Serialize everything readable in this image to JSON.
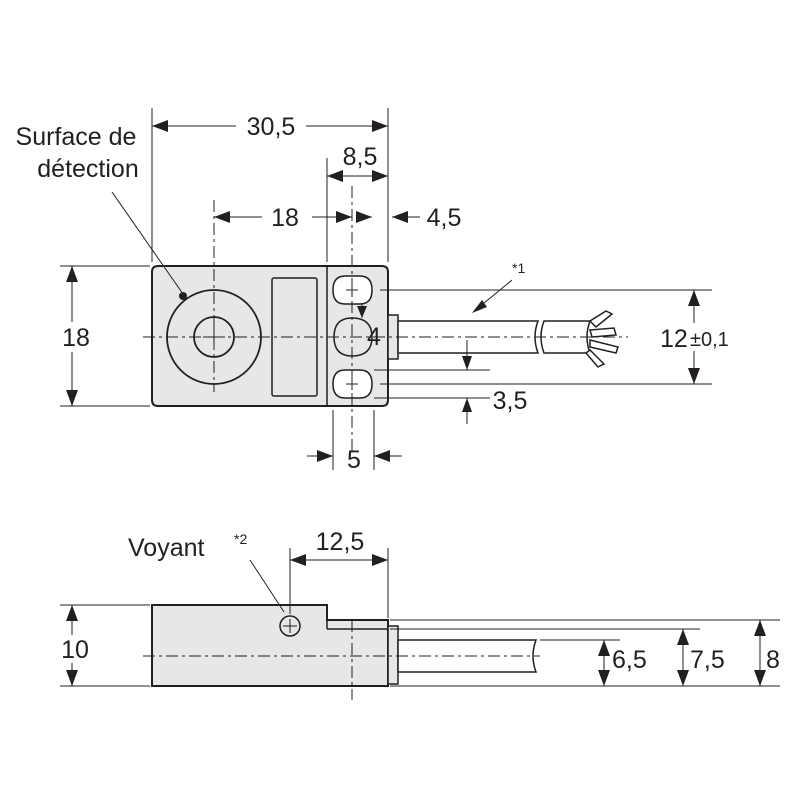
{
  "top_view": {
    "surface_label_line1": "Surface de",
    "surface_label_line2": "détection",
    "dim_total_width": "30,5",
    "dim_mount_width": "8,5",
    "dim_center_to_hole": "18",
    "dim_hole_offset": "4,5",
    "dim_height": "18",
    "dim_hole_gap": "4",
    "dim_hole_pitch": "12",
    "dim_hole_pitch_tol": "±0,1",
    "dim_cable_offset": "3,5",
    "dim_hole_width": "5",
    "note_1": "*1"
  },
  "side_view": {
    "indicator_label": "Voyant",
    "note_2": "*2",
    "dim_indicator_offset": "12,5",
    "dim_thickness": "10",
    "dim_cable_center": "6,5",
    "dim_step_height": "7,5",
    "dim_flange_height": "8"
  }
}
